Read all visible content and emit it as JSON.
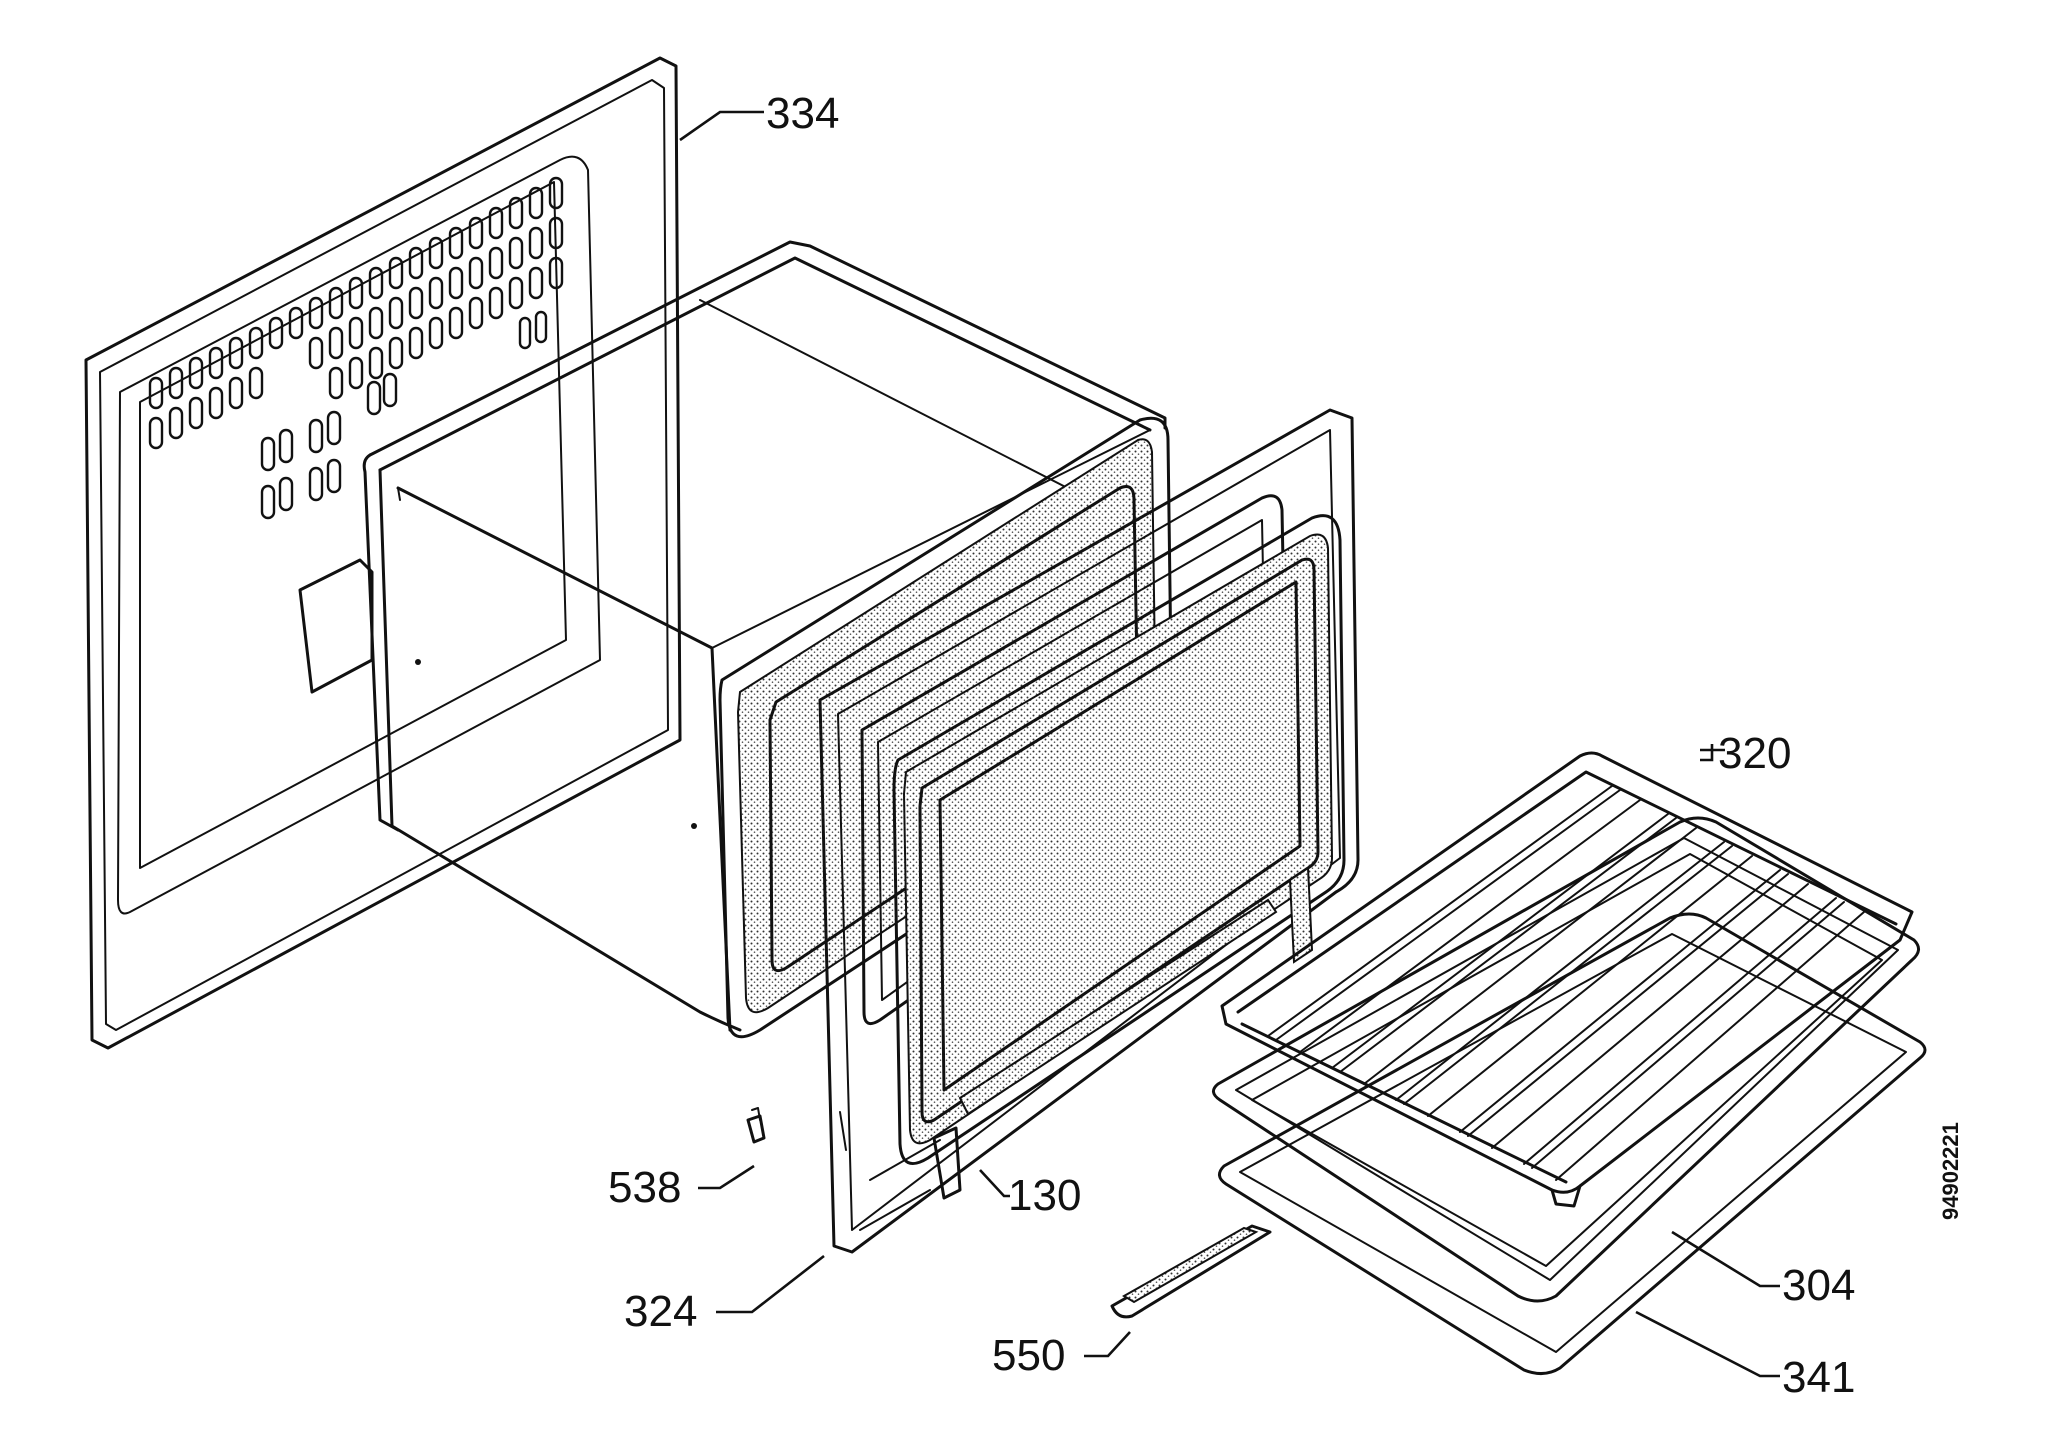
{
  "diagram": {
    "reference_code": "94902221",
    "callouts": [
      {
        "id": "334",
        "label": "334",
        "part": "rear-panel"
      },
      {
        "id": "320",
        "label": "320",
        "part": "oven-shelf"
      },
      {
        "id": "538",
        "label": "538",
        "part": "clip"
      },
      {
        "id": "130",
        "label": "130",
        "part": "door-seal"
      },
      {
        "id": "304",
        "label": "304",
        "part": "baking-tray"
      },
      {
        "id": "324",
        "label": "324",
        "part": "front-frame"
      },
      {
        "id": "550",
        "label": "550",
        "part": "bottom-rail"
      },
      {
        "id": "341",
        "label": "341",
        "part": "drip-pan"
      }
    ]
  }
}
